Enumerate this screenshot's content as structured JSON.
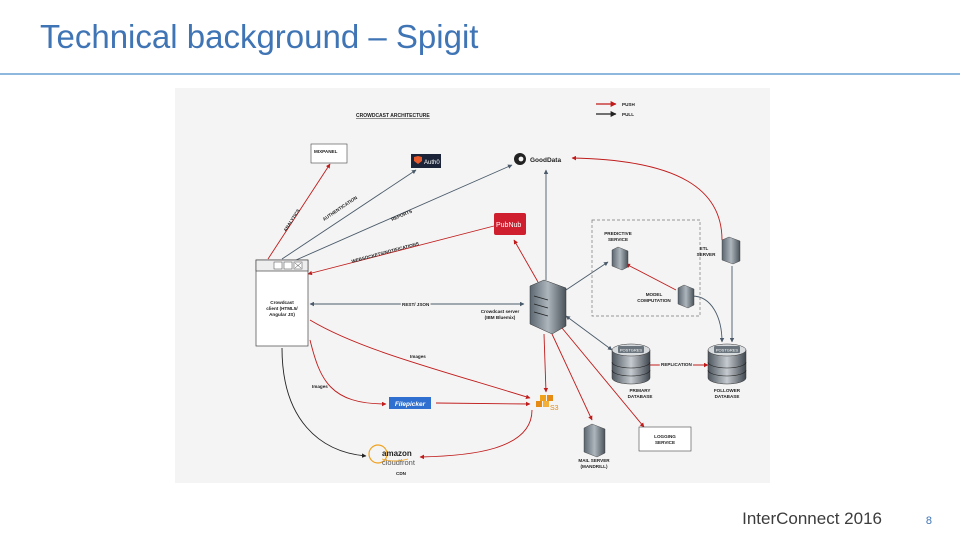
{
  "slide": {
    "title": "Technical background – Spigit",
    "footer_brand": "InterConnect 2016",
    "page_number": "8"
  },
  "colors": {
    "push": "#c01b1b",
    "pull": "#222222",
    "bidirectional": "#4a5a6a",
    "title": "#3f74b5"
  },
  "diagram": {
    "heading": "CROWDCAST ARCHITECTURE",
    "legend": {
      "push": "PUSH",
      "pull": "PULL"
    },
    "nodes": {
      "mixpanel": "MIXPANEL",
      "auth0": "Auth0",
      "gooddata": "GoodData",
      "pubnub": "PubNub",
      "client": [
        "Crowdcast",
        "client (HTML5/",
        "Angular JS)"
      ],
      "server": [
        "Crowdcast server",
        "(IBM Bluemix)"
      ],
      "predictive": [
        "PREDICTIVE",
        "SERVICE"
      ],
      "etl": [
        "ETL",
        "SERVER"
      ],
      "model": [
        "MODEL",
        "COMPUTATION"
      ],
      "primary_db": {
        "badge": "POSTGRES",
        "label": [
          "PRIMARY",
          "DATABASE"
        ]
      },
      "follower_db": {
        "badge": "POSTGRES",
        "label": [
          "FOLLOWER",
          "DATABASE"
        ]
      },
      "logging": [
        "LOGGING",
        "SERVICE"
      ],
      "mail": [
        "MAIL SERVER",
        "(MANDRILL)"
      ],
      "filepicker": "Filepicker",
      "s3": "S3",
      "cloudfront": {
        "brand1": "amazon",
        "brand2": "cloudfront",
        "label": "CDN"
      }
    },
    "edges": {
      "analytics": "ANALYTICS",
      "authentication": "AUTHENTICATION",
      "reports": "REPORTS",
      "websockets": "WEBSOCKETS/NOTIFICATIONS",
      "rest": "REST/ JSON",
      "images_top": "Images",
      "images_left": "Images",
      "replication": "REPLICATION"
    }
  }
}
